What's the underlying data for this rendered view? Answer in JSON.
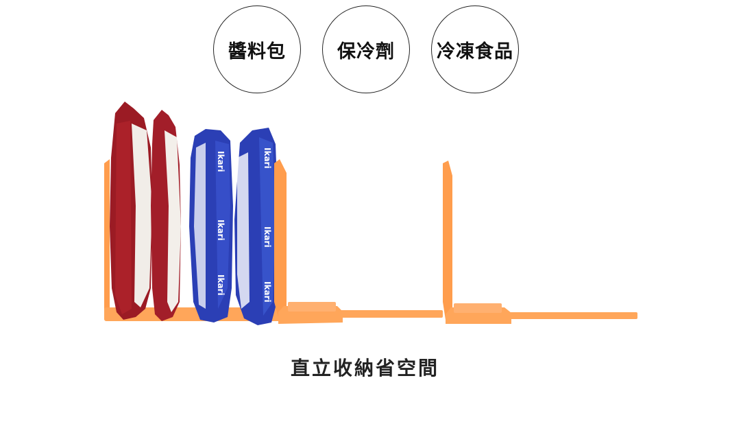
{
  "badges": [
    {
      "label": "醬料包"
    },
    {
      "label": "保冷劑"
    },
    {
      "label": "冷凍食品"
    }
  ],
  "packet_text": "Ikari",
  "caption": "直立收納省空間",
  "colors": {
    "divider_orange": "#ff9d4d",
    "divider_orange_dark": "#f6842e",
    "red_packet": "#9b1b24",
    "blue_packet": "#2b3fb5"
  }
}
